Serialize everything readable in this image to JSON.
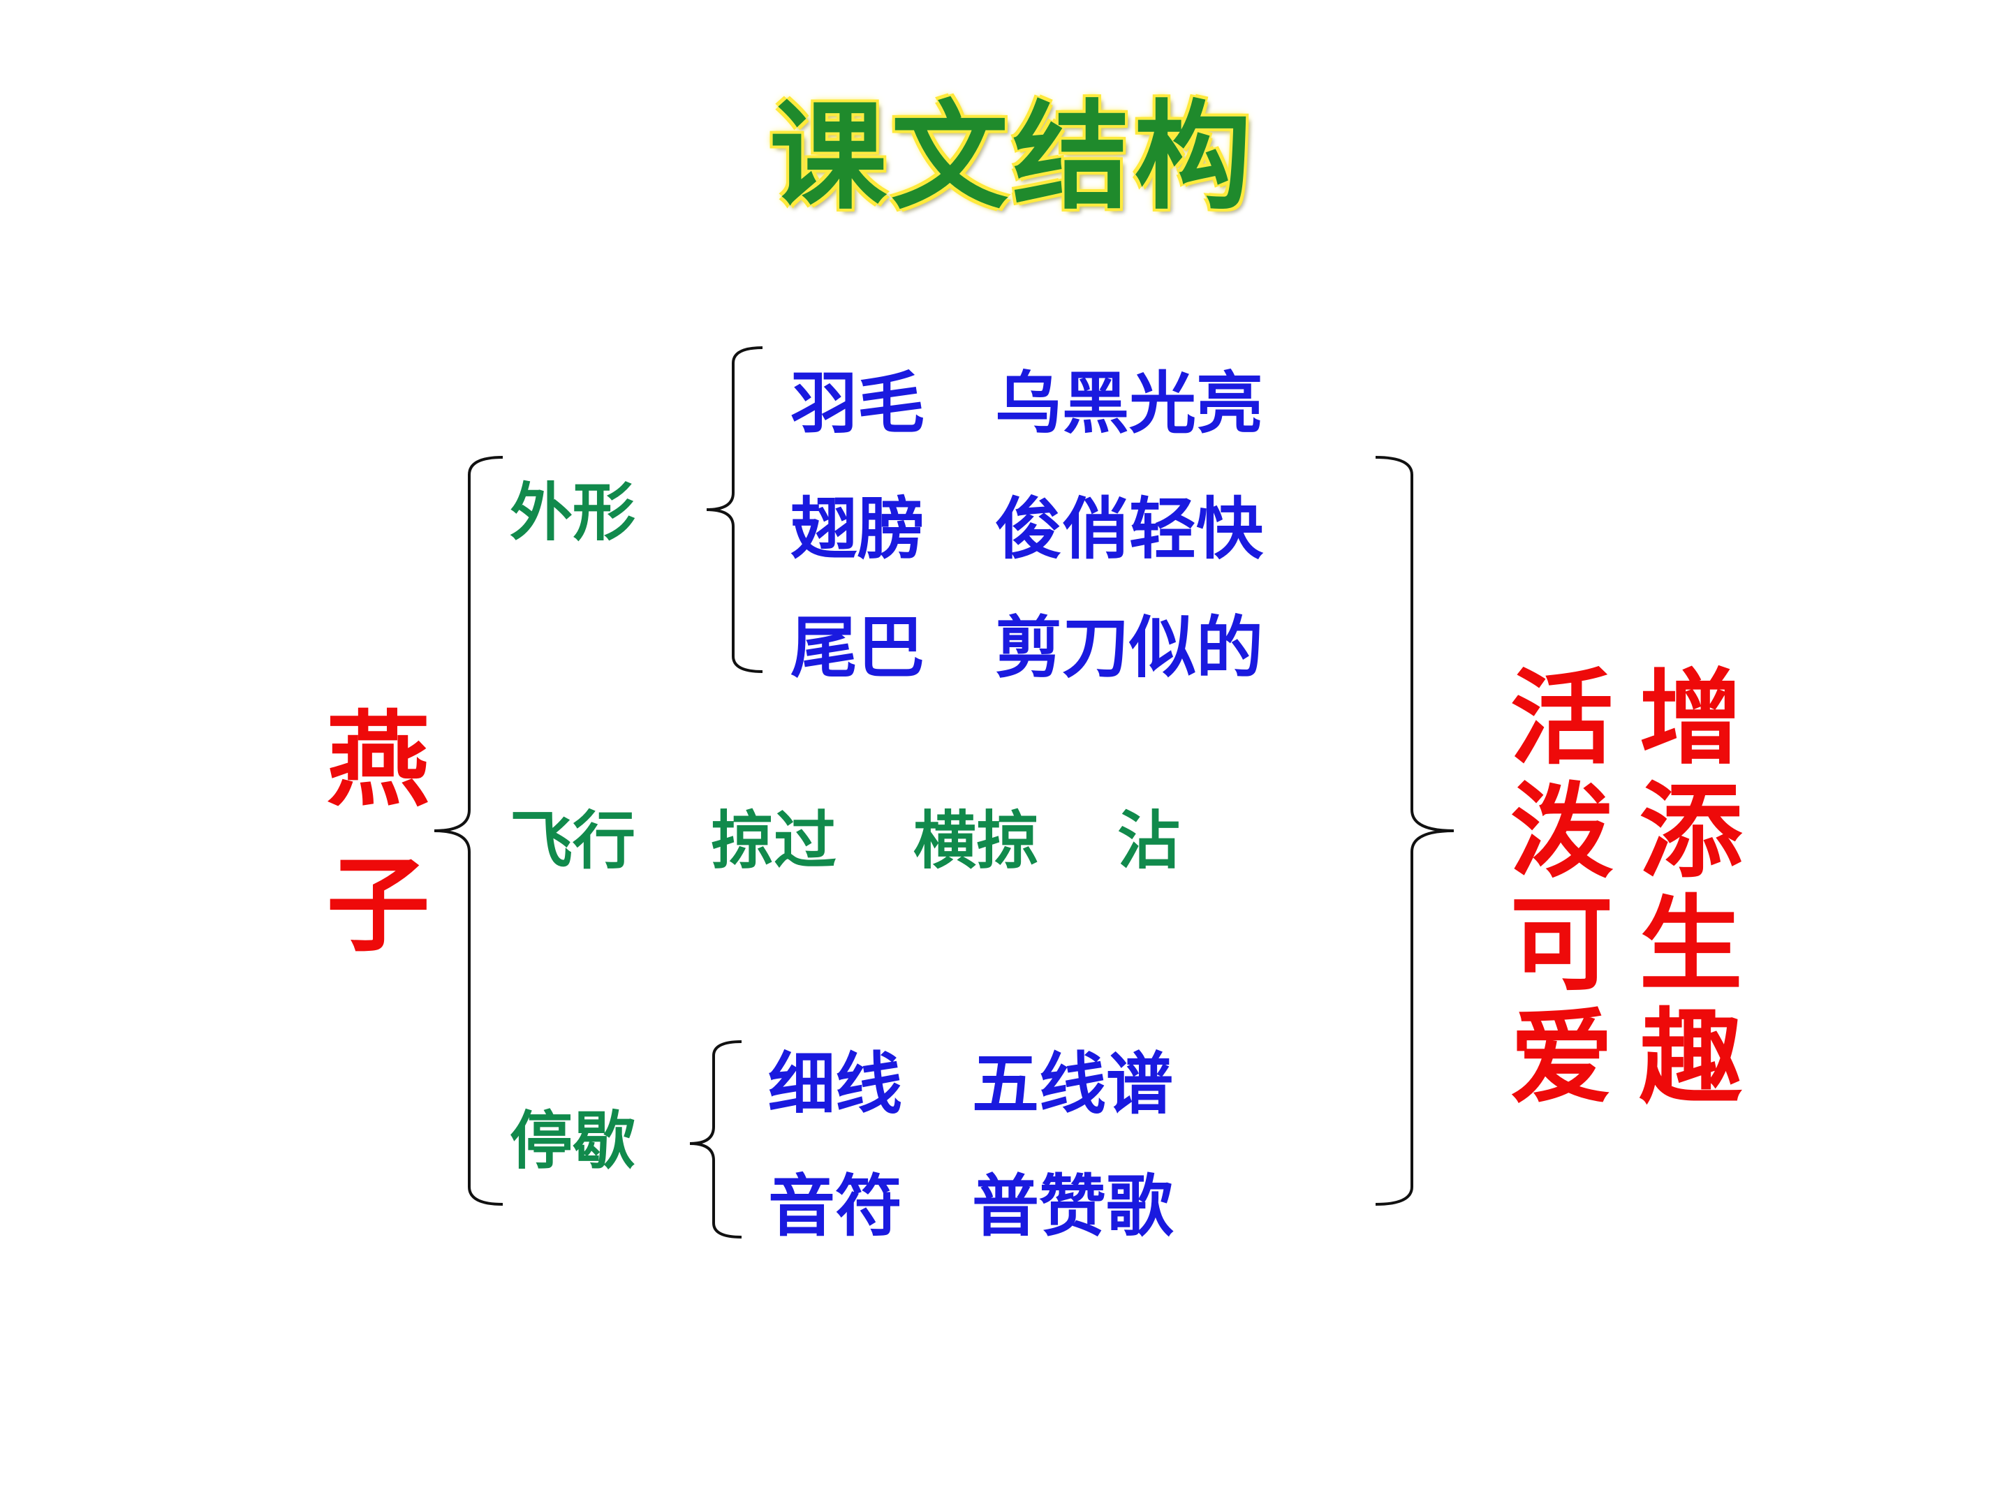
{
  "title": "课文结构",
  "subject": "燕子",
  "appearance": {
    "label": "外形",
    "items": [
      {
        "part": "羽毛",
        "desc": "乌黑光亮"
      },
      {
        "part": "翅膀",
        "desc": "俊俏轻快"
      },
      {
        "part": "尾巴",
        "desc": "剪刀似的"
      }
    ]
  },
  "flight": {
    "label": "飞行",
    "words": [
      "掠过",
      "横掠",
      "沾"
    ]
  },
  "rest": {
    "label": "停歇",
    "items": [
      {
        "part": "细线",
        "desc": "五线谱"
      },
      {
        "part": "音符",
        "desc": "普赞歌"
      }
    ]
  },
  "summary": {
    "col1": "活泼可爱",
    "col2": "增添生趣"
  },
  "colors": {
    "title": "#1f8a2c",
    "title_glow": "#ffe83a",
    "blue_text": "#1a1adf",
    "green_text": "#118a4c",
    "red_text": "#ee0a0a"
  }
}
